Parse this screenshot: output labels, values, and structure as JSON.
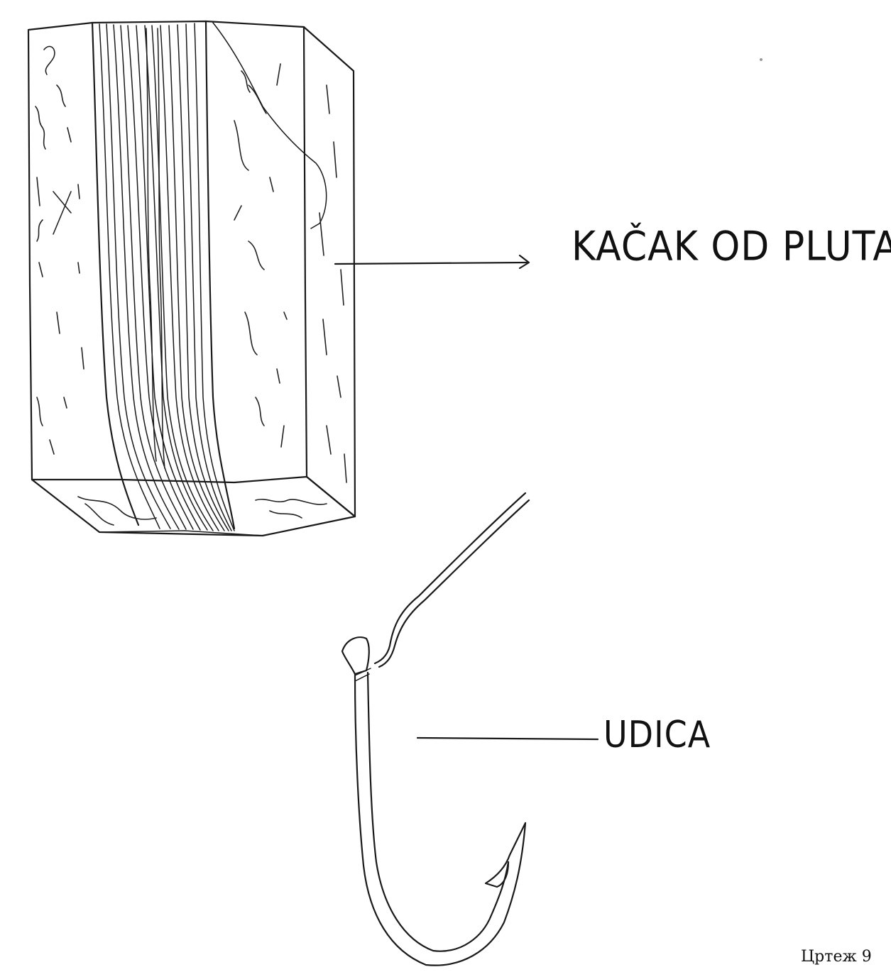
{
  "labels": {
    "cork_reel": "KAČAK OD PLUTA",
    "hook": "UDICA"
  },
  "caption": "Цртеж 9",
  "colors": {
    "ink": "#1a1a1a",
    "paper": "#ffffff"
  }
}
